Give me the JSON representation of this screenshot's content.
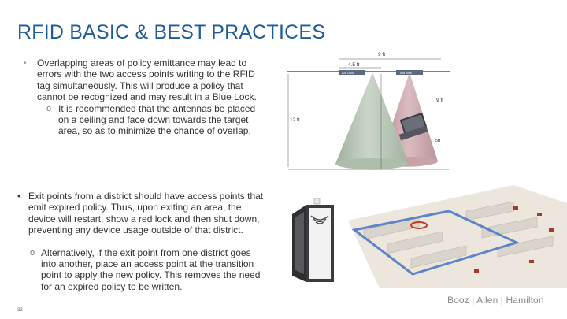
{
  "slide": {
    "title": "RFID BASIC & BEST PRACTICES",
    "bullets": [
      {
        "marker": "•",
        "text": "Overlapping areas of policy emittance may lead to errors with the two access points writing to the RFID tag simultaneously. This will produce a policy that cannot be recognized and may result in a Blue Lock.",
        "sub": {
          "marker": "o",
          "text": "It is recommended that the antennas be placed on a ceiling and face down towards the target area, so as to minimize the chance of overlap."
        }
      },
      {
        "marker": "•",
        "text": "Exit points from a district should have access points that emit expired policy. Thus, upon exiting an area, the device will restart, show a red lock and then shut down, preventing any device usage outside of that district.",
        "sub": {
          "marker": "o",
          "text": "Alternatively, if the exit point from one district goes into another, place an access point at the transition point to apply the new policy. This removes the need for an expired policy to be written."
        }
      }
    ],
    "slide_number": "32",
    "brand": "Booz | Allen | Hamilton"
  },
  "cone_figure": {
    "dimension_top": "9 ft",
    "dimension_spacing": "4.5 ft",
    "antenna_left_label": "Ant Door",
    "antenna_right_label": "Ant Wall",
    "height_label_left": "12 ft",
    "height_label_right": "9 ft",
    "small_label": "5ft"
  },
  "colors": {
    "title_blue": "#1f5c99",
    "cone_green": "#b8c8b6",
    "cone_pink": "#cfa9ae",
    "coverage_yellow": "#d7c83a",
    "zone_blue": "#5d84c8",
    "zone_red": "#c0392b"
  }
}
